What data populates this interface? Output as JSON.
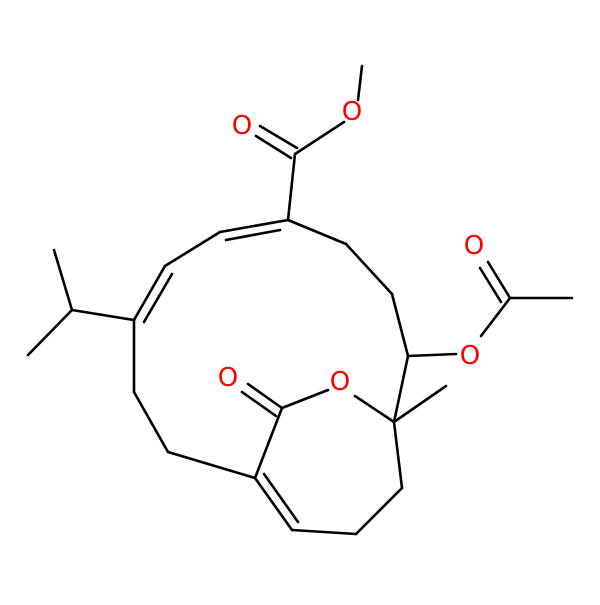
{
  "colors": {
    "bond": "#000000",
    "oxygen": "#ff0000",
    "background": "#ffffff"
  },
  "atom_labels": {
    "o_ester_carbonyl": "O",
    "o_ester_methoxy": "O",
    "o_acetyl_carbonyl": "O",
    "o_acetyl_ester": "O",
    "o_lactone_carbonyl": "O",
    "o_lactone_ring": "O"
  }
}
